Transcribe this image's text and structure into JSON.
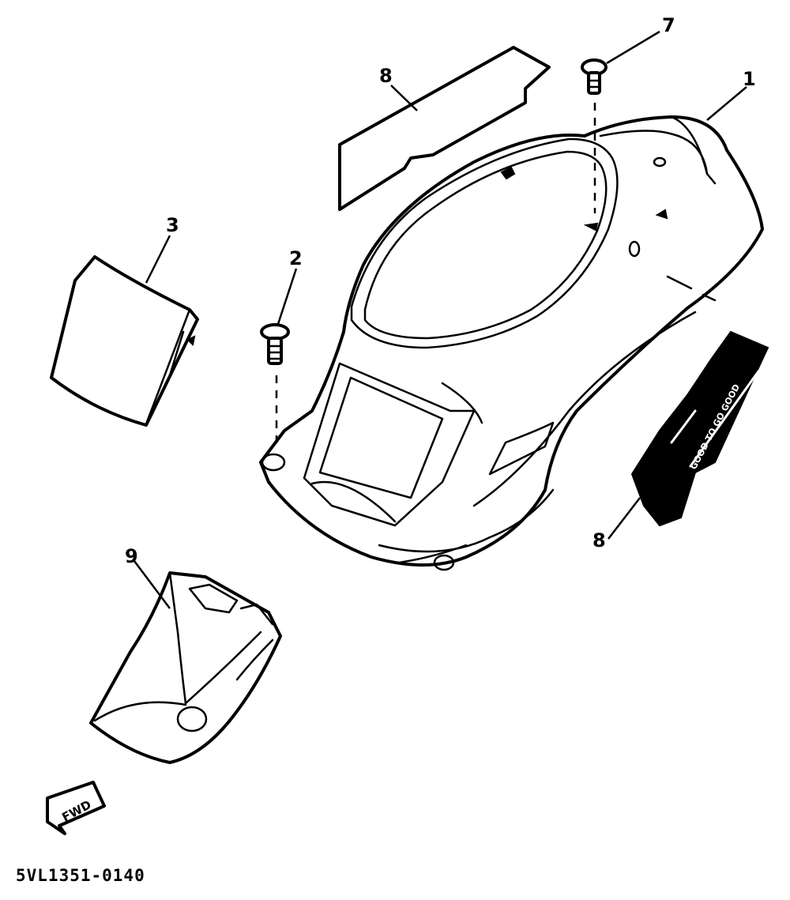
{
  "diagram_code": "5VL1351-0140",
  "fwd_label": "FWD",
  "callouts": [
    {
      "id": "1",
      "label": "1"
    },
    {
      "id": "2",
      "label": "2"
    },
    {
      "id": "3",
      "label": "3"
    },
    {
      "id": "7",
      "label": "7"
    },
    {
      "id": "8a",
      "label": "8"
    },
    {
      "id": "8b",
      "label": "8"
    },
    {
      "id": "9",
      "label": "9"
    }
  ],
  "colors": {
    "line": "#000000",
    "background": "#ffffff"
  }
}
